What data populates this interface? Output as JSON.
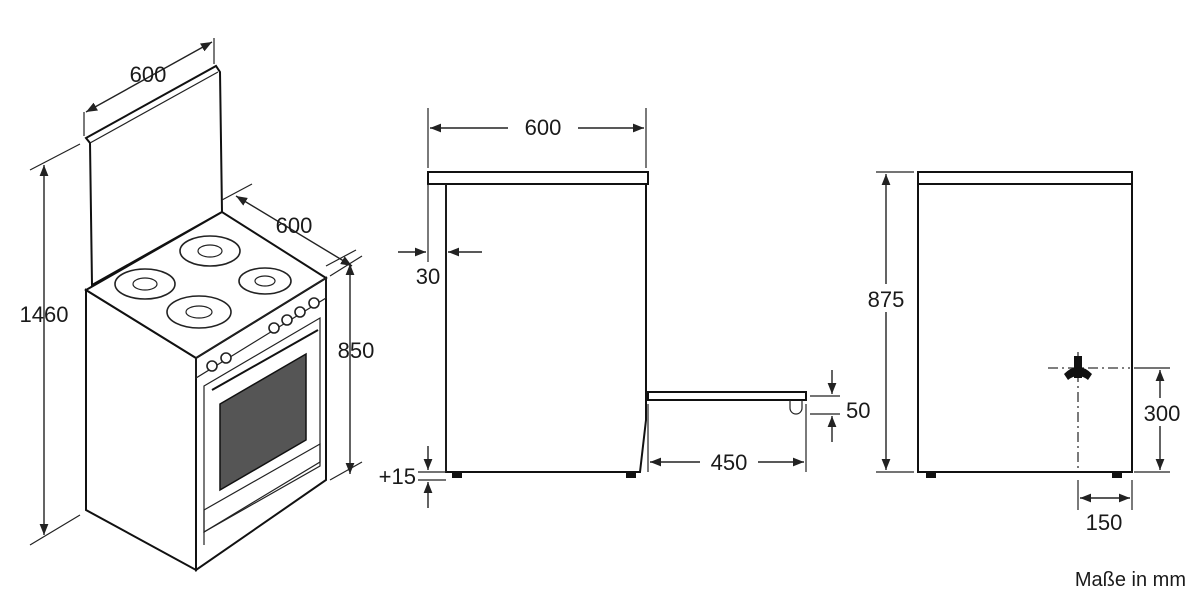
{
  "labels": {
    "iso_top_width": "600",
    "iso_height_total": "1460",
    "iso_depth": "600",
    "iso_height_body": "850",
    "side_width": "600",
    "side_offset": "30",
    "side_feet_adjust": "+15",
    "side_door_clearance": "450",
    "side_door_height": "50",
    "front_height": "875",
    "front_connection_height": "300",
    "front_connection_offset": "150",
    "units_note": "Maße in mm"
  },
  "colors": {
    "line": "#111111",
    "dimension": "#222222",
    "oven_window": "#555555",
    "background": "#ffffff"
  }
}
